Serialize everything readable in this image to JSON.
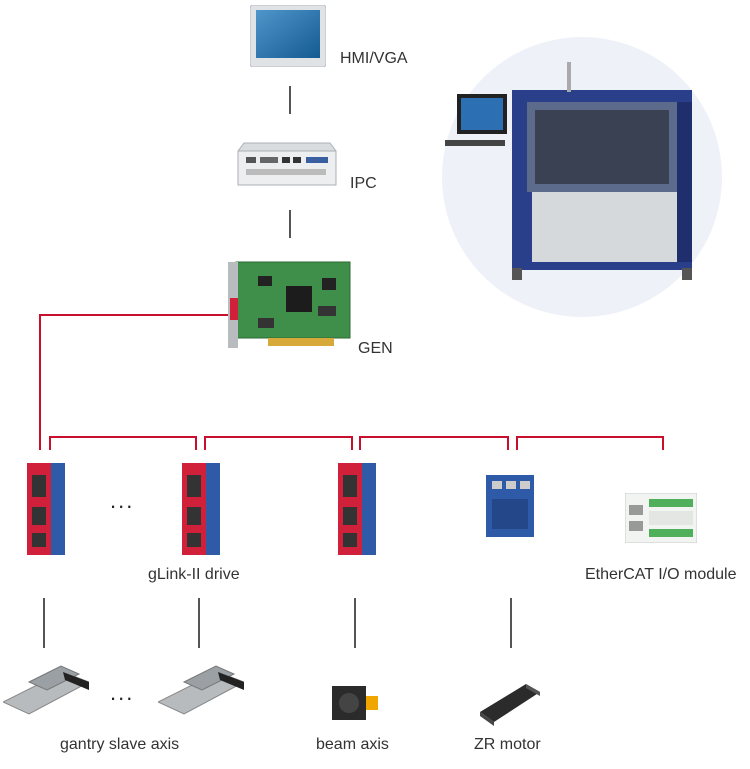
{
  "labels": {
    "hmi": "HMI/VGA",
    "ipc": "IPC",
    "gen": "GEN",
    "drive": "gLink-II drive",
    "io": "EtherCAT I/O module",
    "gantry": "gantry slave axis",
    "beam": "beam axis",
    "zr": "ZR motor",
    "dots": "..."
  },
  "colors": {
    "network": "#c8102e",
    "drive_blue": "#2f5aa8",
    "drive_red": "#d0203a",
    "pcb_green": "#3f8f4a",
    "machine_blue": "#2a3f8a"
  }
}
